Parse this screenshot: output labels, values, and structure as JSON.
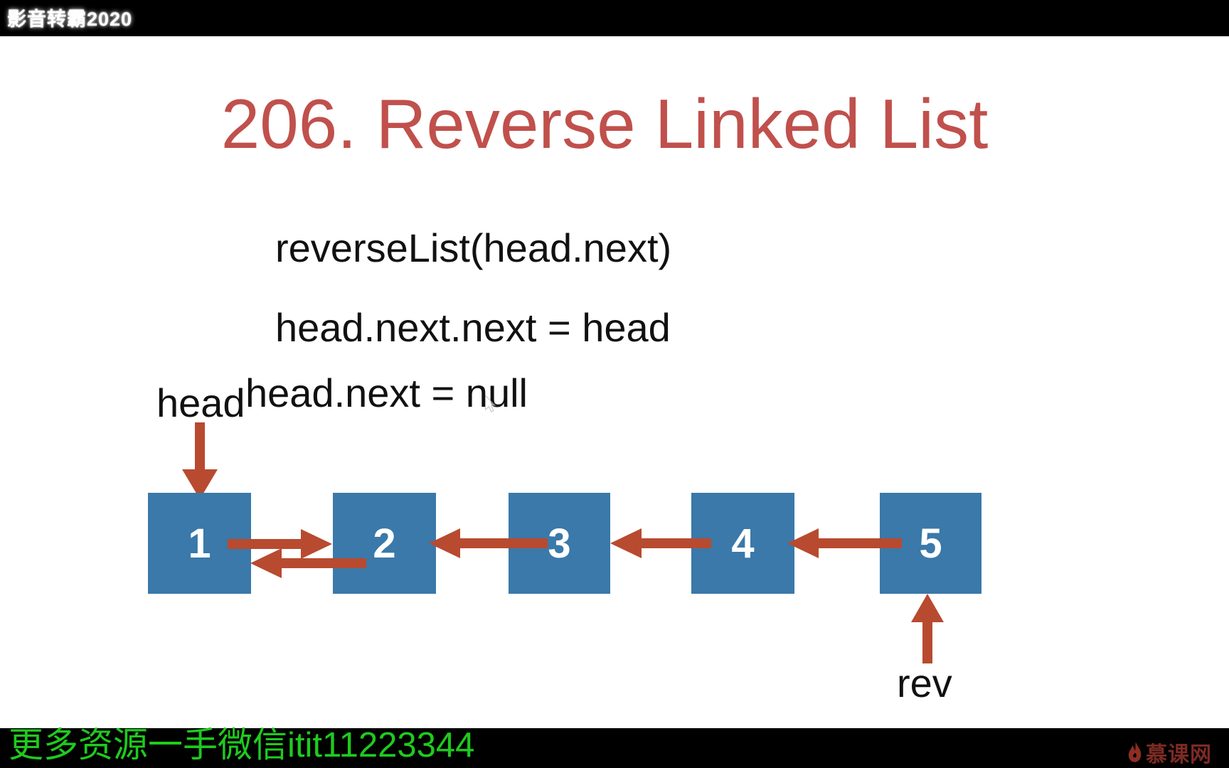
{
  "colors": {
    "title-red": "#c0504c",
    "arrow-red": "#b84a30",
    "node-blue": "#3a79a9",
    "node-text": "#ffffff",
    "code-black": "#111111",
    "promo-green": "#1ecb1e",
    "logo-red": "#7b2b24",
    "bar-black": "#000000",
    "slide-white": "#ffffff"
  },
  "top_bar": {
    "watermark": "影音转霸2020"
  },
  "slide": {
    "title": "206. Reverse Linked List",
    "code_lines": [
      "reverseList(head.next)",
      "head.next.next = head",
      "head.next = null"
    ],
    "head_pointer_label": "head",
    "rev_pointer_label": "rev",
    "list_nodes": [
      "1",
      "2",
      "3",
      "4",
      "5"
    ],
    "edges": [
      {
        "from": "1",
        "to": "2"
      },
      {
        "from": "2",
        "to": "1"
      },
      {
        "from": "3",
        "to": "2"
      },
      {
        "from": "4",
        "to": "3"
      },
      {
        "from": "5",
        "to": "4"
      }
    ]
  },
  "bottom_bar": {
    "promo_text": "更多资源一手微信itit11223344",
    "logo_text": "慕课网"
  }
}
